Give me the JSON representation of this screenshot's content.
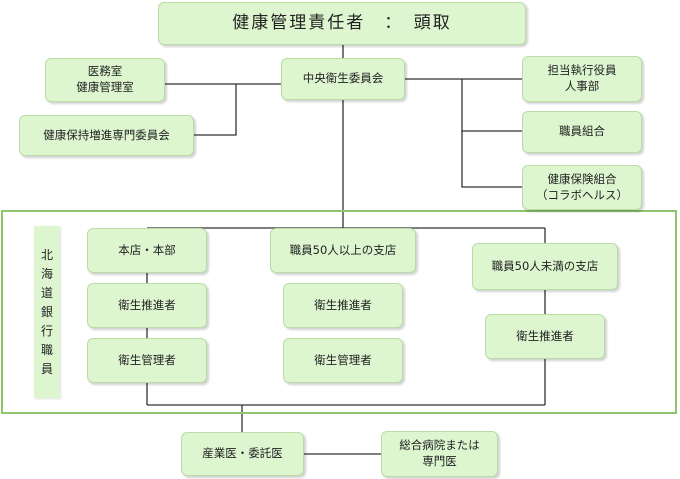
{
  "top": {
    "title": "健康管理責任者　：　頭取"
  },
  "left": {
    "medical": "医務室\n健康管理室",
    "committee": "健康保持増進専門委員会"
  },
  "center": {
    "central_committee": "中央衛生委員会"
  },
  "right": {
    "hr": "担当執行役員\n人事部",
    "union": "職員組合",
    "insurance": "健康保険組合\n（コラボヘルス）"
  },
  "staff_label": [
    "北",
    "海",
    "道",
    "銀",
    "行",
    "職",
    "員"
  ],
  "columns": {
    "hq": {
      "title": "本店・本部",
      "promoter": "衛生推進者",
      "manager": "衛生管理者"
    },
    "large": {
      "title": "職員50人以上の支店",
      "promoter": "衛生推進者",
      "manager": "衛生管理者"
    },
    "small": {
      "title": "職員50人未満の支店",
      "promoter": "衛生推進者"
    }
  },
  "bottom": {
    "industrial_doctor": "産業医・委託医",
    "hospital": "総合病院または\n専門医"
  }
}
